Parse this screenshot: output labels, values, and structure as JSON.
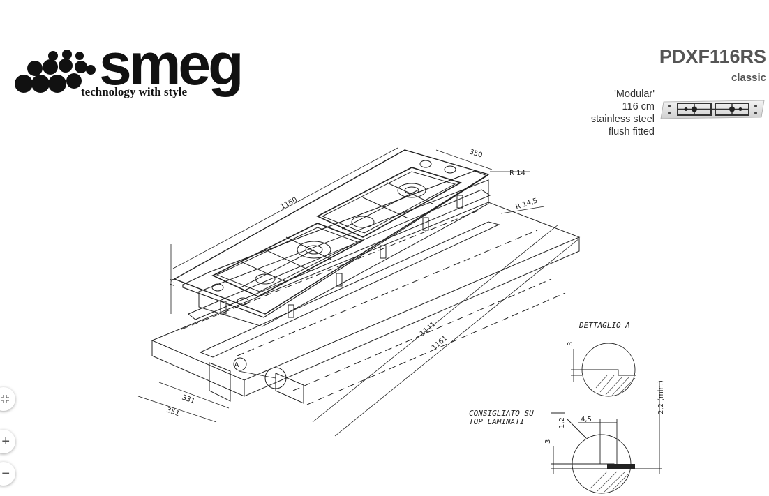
{
  "brand": {
    "name": "smeg",
    "tagline": "technology with style"
  },
  "product": {
    "model": "PDXF116RS",
    "line": "classic",
    "description": [
      "'Modular'",
      "116 cm",
      "stainless steel",
      "flush fitted"
    ]
  },
  "drawing": {
    "dimensions": {
      "overall_length": "1160",
      "depth": "350",
      "radius_top": "R 14",
      "radius_cutout": "R 14,5",
      "height": "73",
      "cutout_inner": "1141",
      "cutout_outer": "1161",
      "cutout_depth_inner": "331",
      "cutout_depth_outer": "351",
      "detail_rebate": "3",
      "detail_width": "4,5",
      "detail_depth": "1,2",
      "detail_rebate_2": "3",
      "min_thickness": "2,2 (min.)"
    },
    "callout": "A",
    "detail_title": "DETTAGLIO A",
    "note_line1": "CONSIGLIATO SU",
    "note_line2": "TOP LAMINATI"
  },
  "controls": {
    "fit_icon": "fit-screen-icon",
    "zoom_in_icon": "plus-icon",
    "zoom_in_label": "+",
    "zoom_out_icon": "minus-icon",
    "zoom_out_label": "−"
  }
}
